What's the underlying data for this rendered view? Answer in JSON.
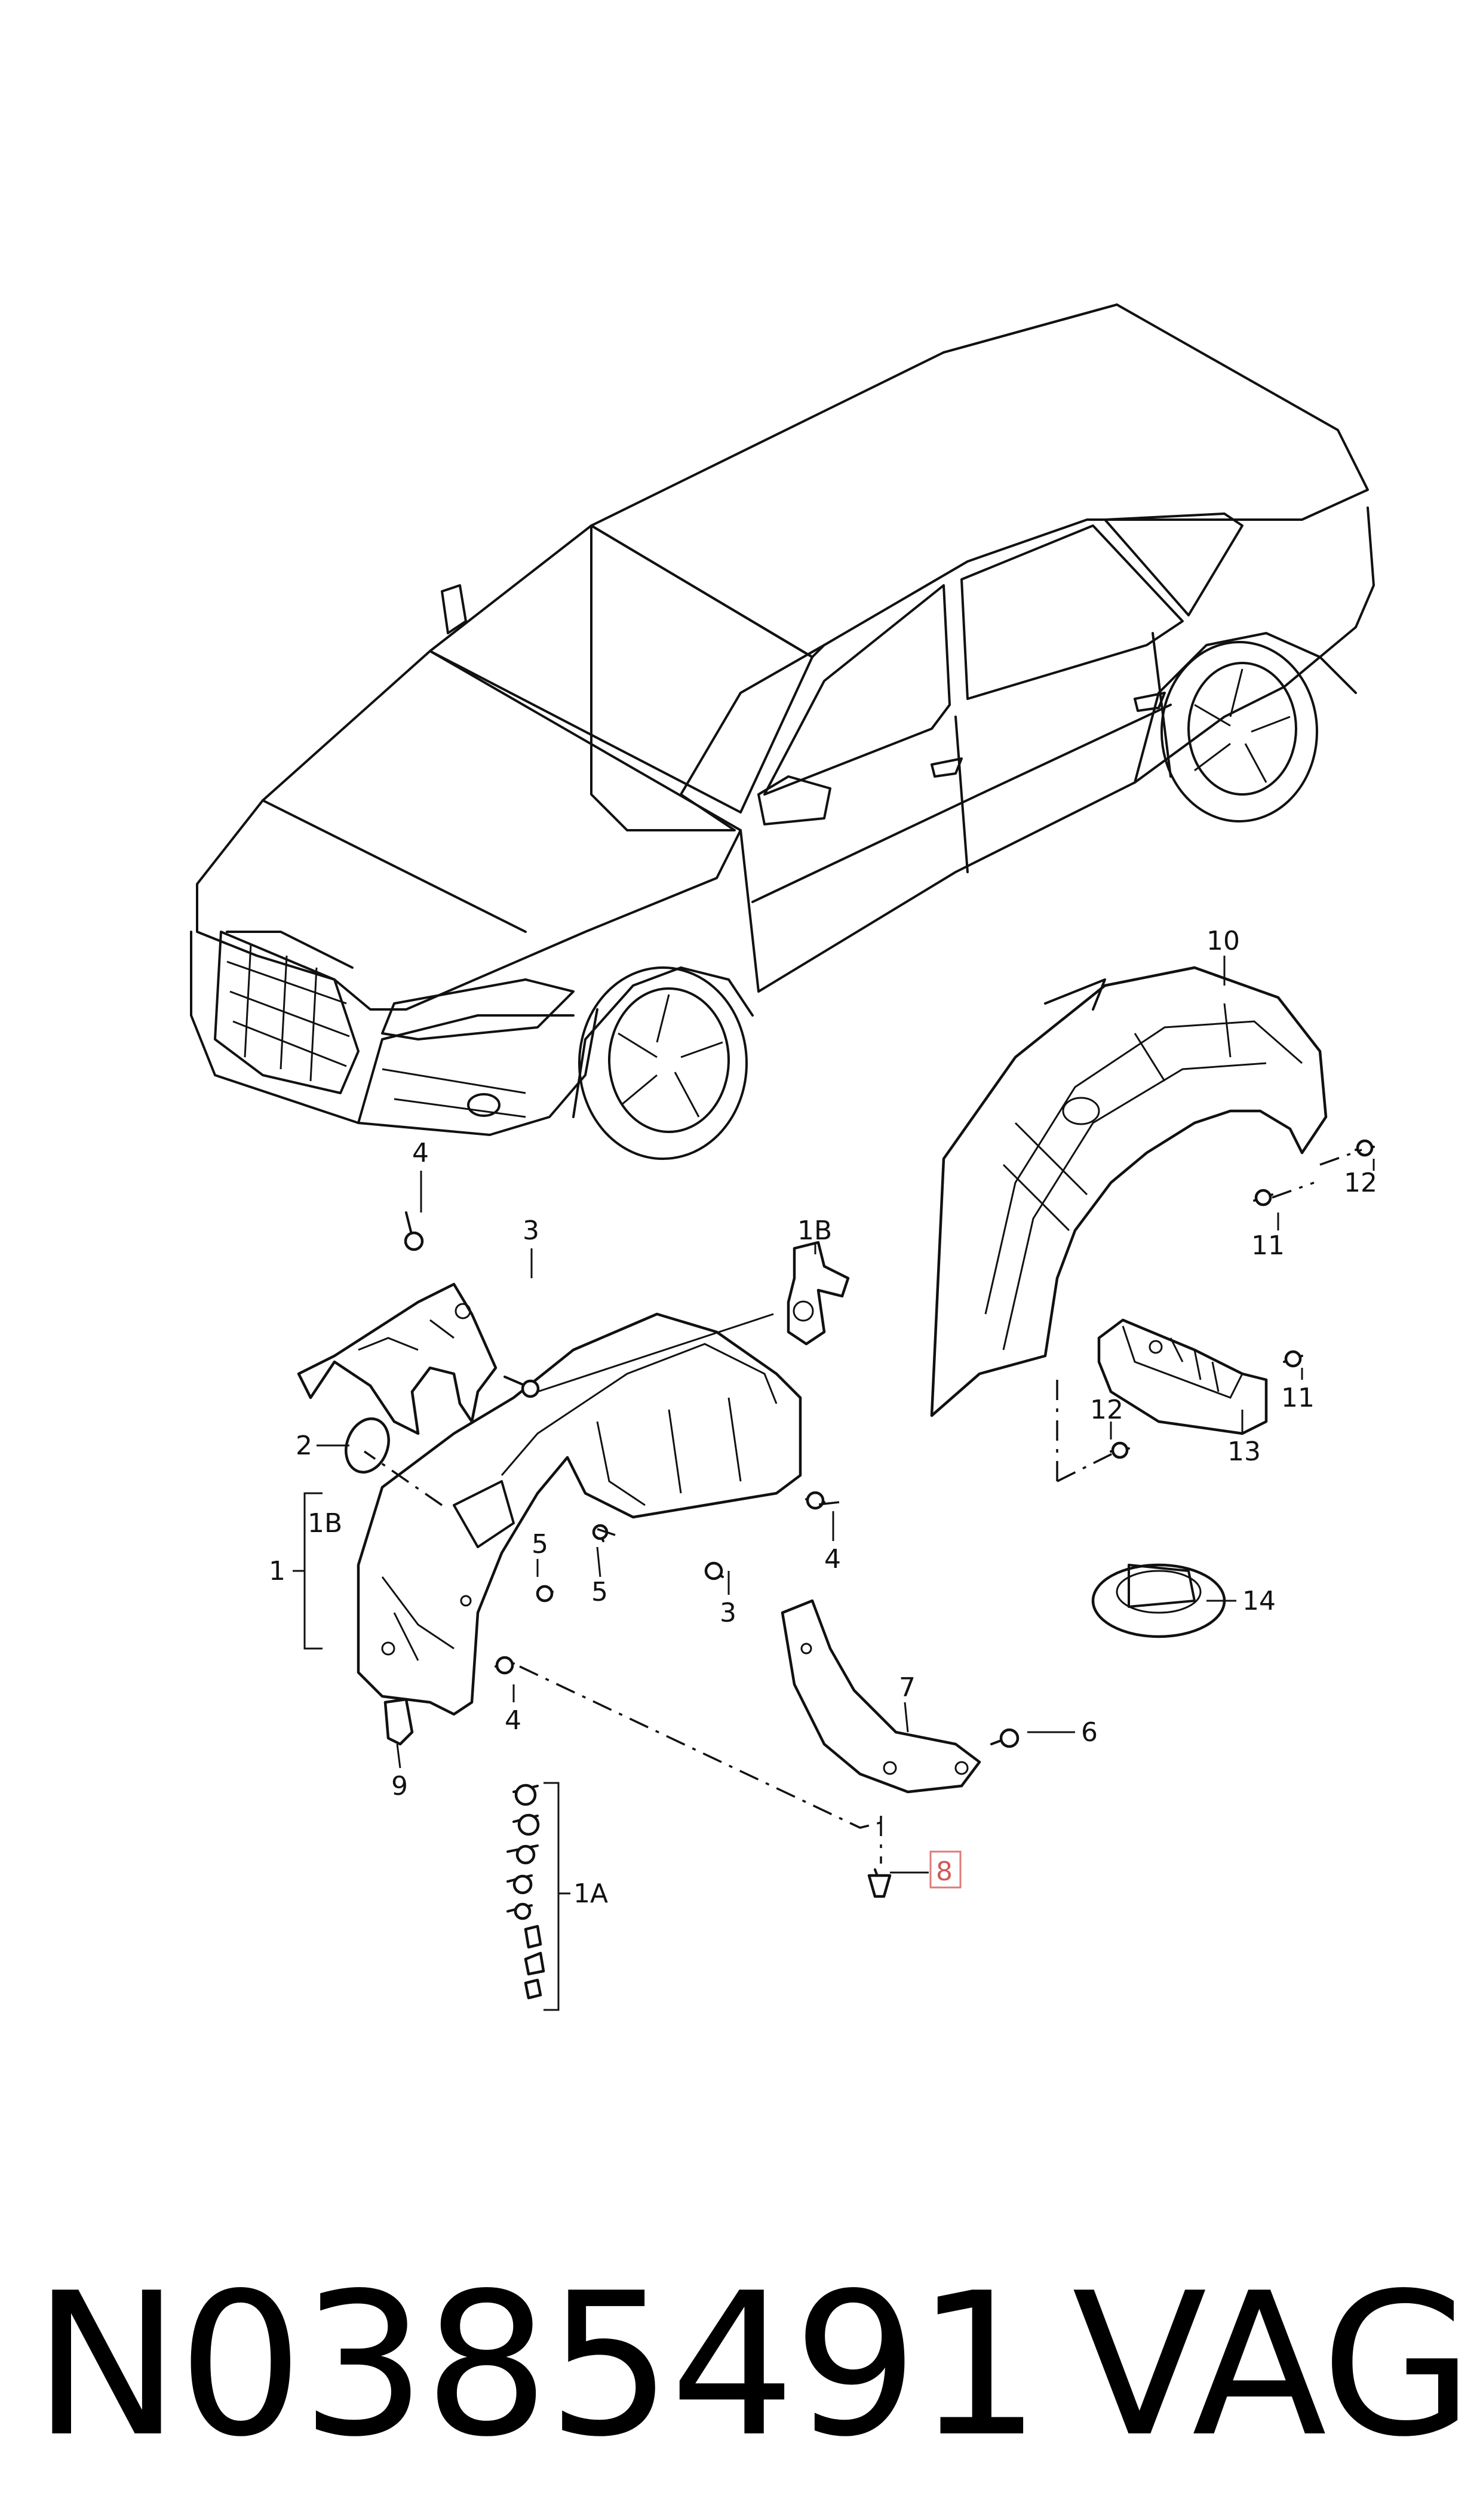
{
  "callouts": {
    "c1": "1",
    "c1A": "1A",
    "c1B_top": "1B",
    "c1B_left": "1B",
    "c2": "2",
    "c3_top": "3",
    "c3_mid": "3",
    "c4_top": "4",
    "c4_mid": "4",
    "c4_low": "4",
    "c5_a": "5",
    "c5_b": "5",
    "c6": "6",
    "c7": "7",
    "c8": "8",
    "c9": "9",
    "c10": "10",
    "c11_top": "11",
    "c11_mid": "11",
    "c12_top": "12",
    "c12_mid": "12",
    "c13": "13",
    "c14": "14"
  },
  "colors": {
    "highlight": "#d05a5a"
  },
  "footer": {
    "part_number": "N0385491",
    "brand": "VAG"
  }
}
